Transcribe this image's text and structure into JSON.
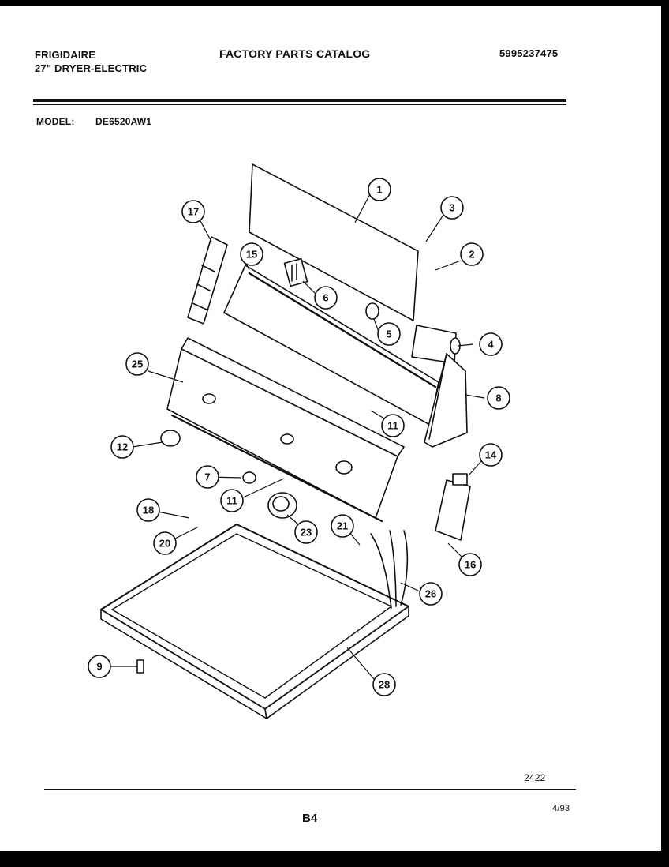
{
  "header": {
    "brand": "FRIGIDAIRE",
    "product": "27\" DRYER-ELECTRIC",
    "catalog_title": "FACTORY PARTS CATALOG",
    "catalog_number": "5995237475",
    "model_label": "MODEL:",
    "model_value": "DE6520AW1"
  },
  "footer": {
    "drawing_number": "2422",
    "page": "B4",
    "date": "4/93"
  },
  "callouts": [
    "1",
    "2",
    "3",
    "4",
    "5",
    "6",
    "7",
    "8",
    "9",
    "11",
    "11",
    "12",
    "14",
    "15",
    "16",
    "17",
    "18",
    "20",
    "21",
    "23",
    "25",
    "26",
    "28"
  ]
}
